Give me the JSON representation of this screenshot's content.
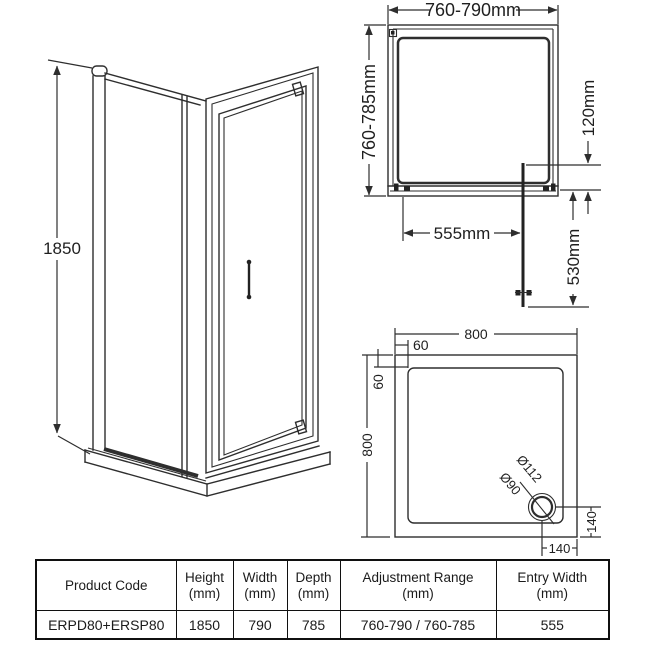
{
  "page": {
    "background": "#ffffff",
    "line_color": "#2e2e2e"
  },
  "iso_view": {
    "height_label": "1850"
  },
  "plan_view": {
    "top_width_label": "760-790mm",
    "side_depth_label": "760-785mm",
    "hinge_inset_label": "120mm",
    "entry_width_label": "555mm",
    "door_swing_label": "530mm"
  },
  "tray_view": {
    "top_width_label": "800",
    "side_depth_label": "800",
    "top_edge_label": "60",
    "side_edge_label": "60",
    "drain_outer_diameter_label": "Ø112",
    "drain_inner_diameter_label": "Ø90",
    "drain_right_offset_label": "140",
    "drain_bottom_offset_label": "140"
  },
  "spec_table": {
    "headers": [
      "Product Code",
      "Height\n(mm)",
      "Width\n(mm)",
      "Depth\n(mm)",
      "Adjustment Range\n(mm)",
      "Entry Width\n(mm)"
    ],
    "row": [
      "ERPD80+ERSP80",
      "1850",
      "790",
      "785",
      "760-790 / 760-785",
      "555"
    ]
  }
}
